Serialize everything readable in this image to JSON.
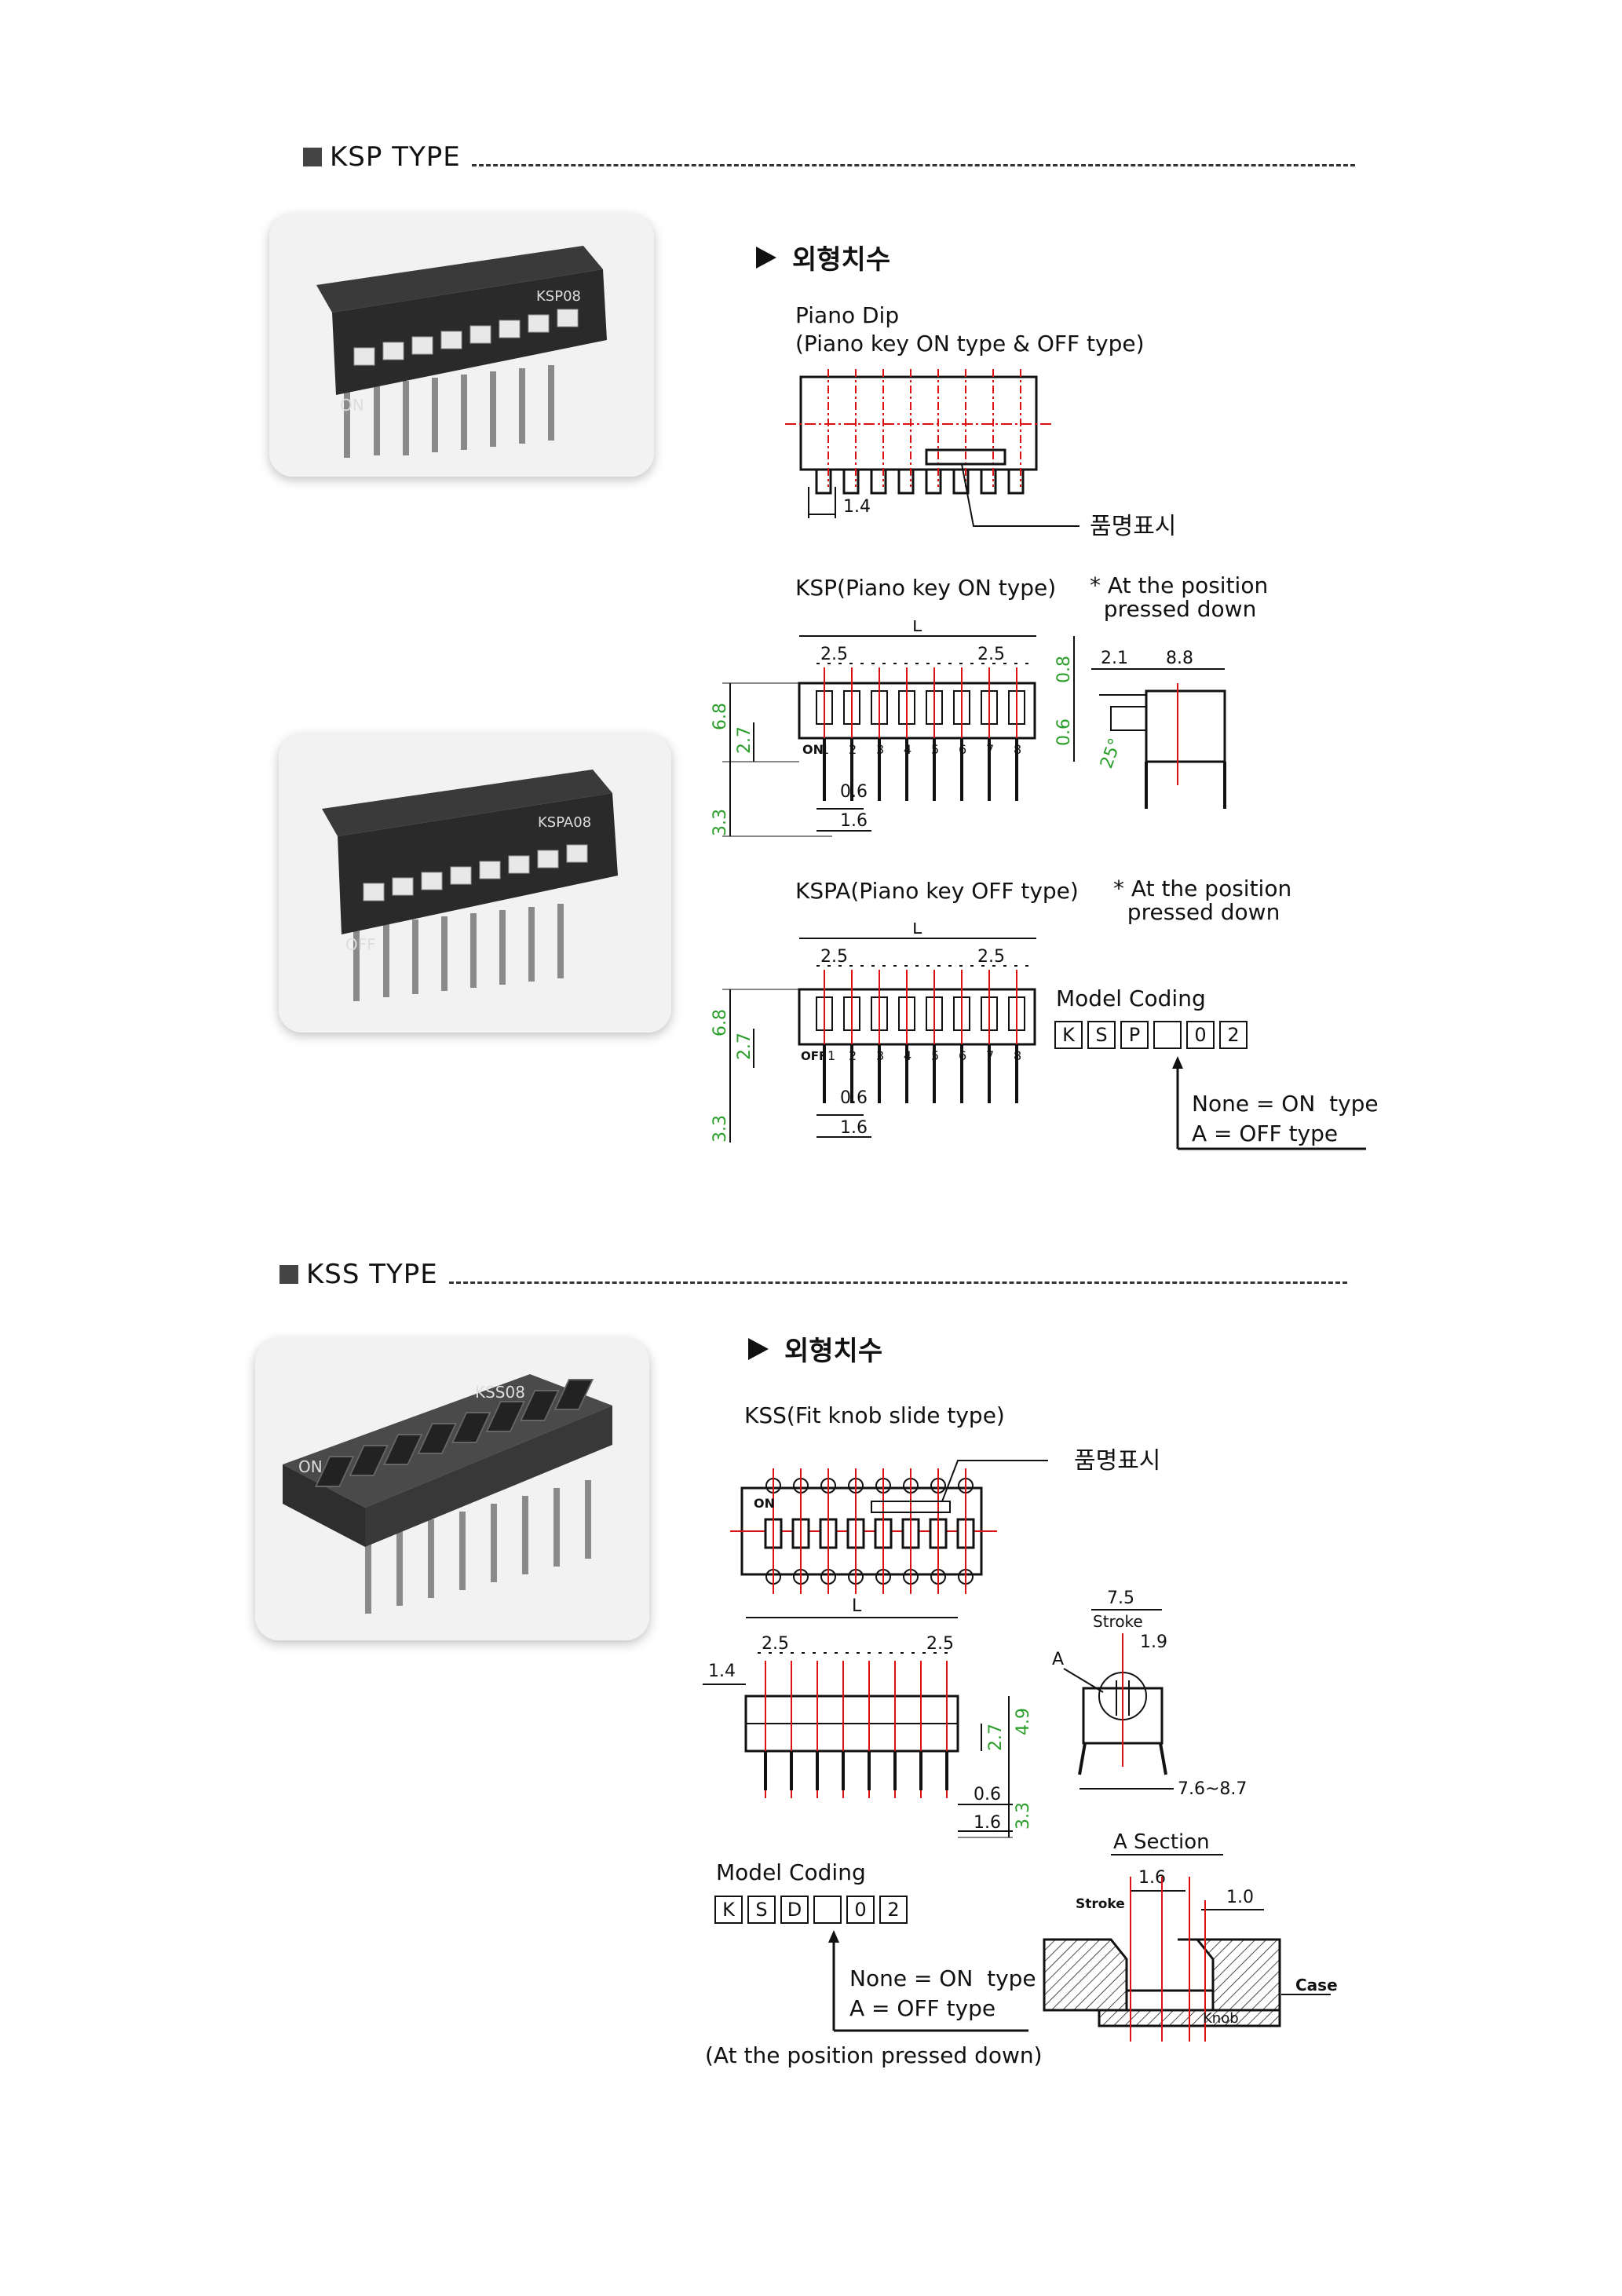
{
  "ksp": {
    "section_title": "KSP TYPE",
    "heading": "외형치수",
    "photo_on_label": "KSP08",
    "photo_on_prefix": "ON",
    "photo_off_label": "KSPA08",
    "photo_off_prefix": "OFF",
    "piano_dip_title": "Piano Dip\n(Piano key ON type & OFF type)",
    "piano_dip_dim": "1.4",
    "marking_label": "품명표시",
    "on_type_title": "KSP(Piano key ON type)",
    "on_type_note": "* At the position\n  pressed down",
    "off_type_title": "KSPA(Piano key OFF type)",
    "off_type_note": "* At the position\n  pressed down",
    "dims": {
      "L": "L",
      "pitch_left": "2.5",
      "pitch_right": "2.5",
      "h1": "6.8",
      "h2": "2.7",
      "h3": "3.3",
      "w1": "0.6",
      "w2": "1.6",
      "side_top": "2.1",
      "side_w": "8.8",
      "side_v1": "0.8",
      "side_v2": "0.6",
      "angle": "25°"
    },
    "switch_on_prefix": "ON",
    "switch_off_prefix": "OFF",
    "switch_numbers": [
      "1",
      "2",
      "3",
      "4",
      "5",
      "6",
      "7",
      "8"
    ],
    "model_coding_title": "Model Coding",
    "model_code": [
      "K",
      "S",
      "P",
      "",
      "0",
      "2"
    ],
    "legend_none": "None = ON  type",
    "legend_a": "A = OFF type"
  },
  "kss": {
    "section_title": "KSS TYPE",
    "heading": "외형치수",
    "photo_label": "KSS08",
    "photo_prefix": "ON",
    "type_title": "KSS(Fit knob slide type)",
    "marking_label": "품명표시",
    "top_prefix": "ON",
    "dims": {
      "L": "L",
      "pitch_left": "2.5",
      "pitch_right": "2.5",
      "left": "1.4",
      "h1": "2.7",
      "h2": "4.9",
      "h3": "3.3",
      "w1": "0.6",
      "w2": "1.6",
      "side_top": "7.5",
      "stroke": "Stroke",
      "side_small": "1.9",
      "side_bottom": "7.6~8.7",
      "A": "A"
    },
    "a_section": {
      "title": "A Section",
      "d1": "1.6",
      "d2": "1.0",
      "stroke": "Stroke",
      "case": "Case",
      "knob": "Knob"
    },
    "model_coding_title": "Model Coding",
    "model_code": [
      "K",
      "S",
      "D",
      "",
      "0",
      "2"
    ],
    "legend_none": "None = ON  type",
    "legend_a": "A = OFF type",
    "footnote": "(At the position pressed down)"
  }
}
